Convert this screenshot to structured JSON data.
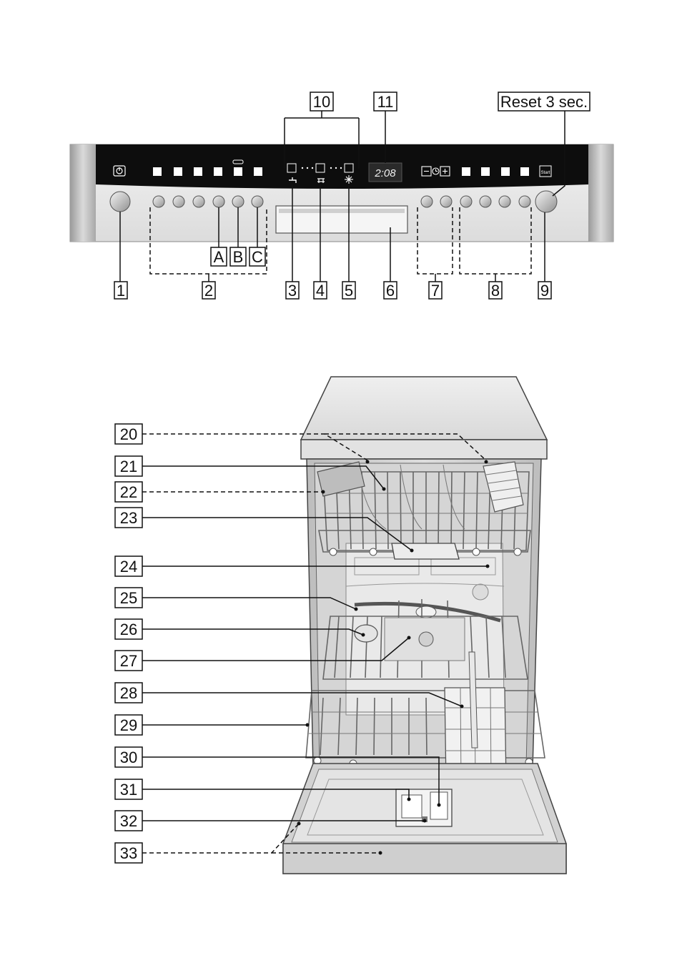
{
  "control_panel": {
    "display_time": "2:08",
    "start_label": "Start",
    "reset_label": "Reset 3 sec.",
    "sub_labels": [
      "A",
      "B",
      "C"
    ],
    "callouts": [
      "1",
      "2",
      "3",
      "4",
      "5",
      "6",
      "7",
      "8",
      "9",
      "10",
      "11"
    ]
  },
  "interior": {
    "callouts": [
      "20",
      "21",
      "22",
      "23",
      "24",
      "25",
      "26",
      "27",
      "28",
      "29",
      "30",
      "31",
      "32",
      "33"
    ]
  },
  "colors": {
    "panel_black": "#0d0d0d",
    "panel_silver": "#e6e6e6",
    "appliance_gray": "#d4d4d4",
    "line": "#111111"
  }
}
